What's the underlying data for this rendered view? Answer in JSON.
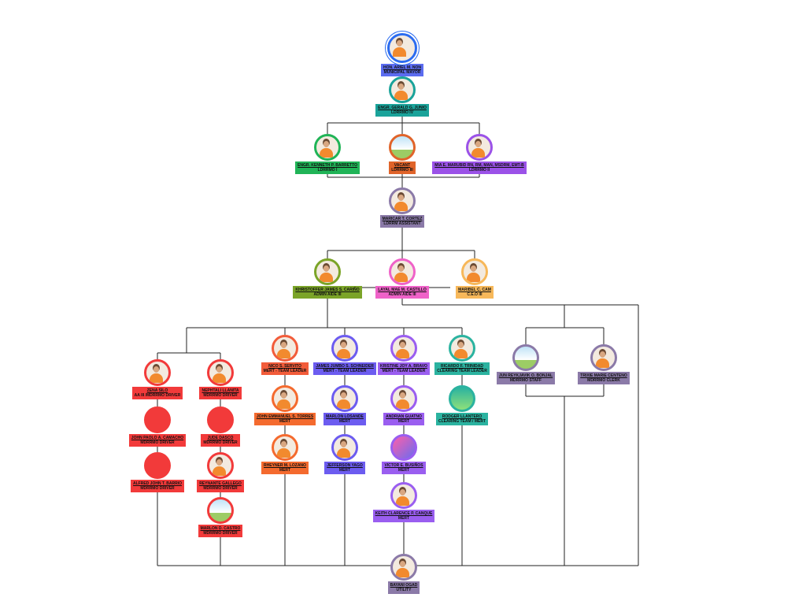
{
  "nodes": [
    {
      "id": "mayor",
      "name": "HON. ARIEL M. NON",
      "position": "MUNICIPAL MAYOR",
      "color": "#5b6cf0"
    },
    {
      "id": "junio",
      "name": "ENGR. GERALD G. JUNIO",
      "position": "LDRRMO IV",
      "color": "#1aa39a"
    },
    {
      "id": "barretto",
      "name": "ENGR. KENNETH P. BARRETTO",
      "position": "LDRRMO I",
      "color": "#20b457"
    },
    {
      "id": "vacant",
      "name": "VACANT",
      "position": "LDRRMO III",
      "color": "#e0642a"
    },
    {
      "id": "marubid",
      "name": "MIA E. MARUBID RN, RM, MAN, MSDRM, EMT-B",
      "position": "LDRRMO II",
      "color": "#9b52e8"
    },
    {
      "id": "cortez",
      "name": "MARICAR T. CORTEZ",
      "position": "LDRRM ASSISTANT",
      "color": "#8b7aa8"
    },
    {
      "id": "carino",
      "name": "KHRISTOFFER JAMES S. CARIÑO",
      "position": "ADMIN AIDE III",
      "color": "#7ba428"
    },
    {
      "id": "castillo",
      "name": "LAYAL MAE M. CASTILLO",
      "position": "ADMIN AIDE III",
      "color": "#ef62c8"
    },
    {
      "id": "cam",
      "name": "MARIBEL C. CAM",
      "position": "C.E.O III",
      "color": "#f7b85a"
    },
    {
      "id": "servito",
      "name": "NICO S. SERVITO",
      "position": "MERT - TEAM LEADER",
      "color": "#f25c3a"
    },
    {
      "id": "schneider",
      "name": "JAMES JUMBO S. SCHNEIDER",
      "position": "MERT - TEAM LEADER",
      "color": "#6c5cf0"
    },
    {
      "id": "bravo",
      "name": "KRISTINE JOY A. BRAVO",
      "position": "MERT - TEAM LEADER",
      "color": "#9a5ef0"
    },
    {
      "id": "trinidad",
      "name": "RICARDO F. TRINIDAD",
      "position": "CLEARING TEAM LEADER",
      "color": "#2bb3a0"
    },
    {
      "id": "bonjal",
      "name": "JUN REYKJAVIK O. BONJAL",
      "position": "MDRRMO STAFF",
      "color": "#8b7aa8"
    },
    {
      "id": "centeno",
      "name": "TRIXIE MARIE CENTENO",
      "position": "MDRRMO CLERK",
      "color": "#8b7aa8"
    },
    {
      "id": "silo",
      "name": "ZENA SILO",
      "position": "AA III /MDRRMO DRIVER",
      "color": "#f23a3a"
    },
    {
      "id": "llanita",
      "name": "NEPHTALI LLANITA",
      "position": "MDRRMO DRIVER",
      "color": "#f23a3a"
    },
    {
      "id": "camacho",
      "name": "JOHN PAOLO A. CAMACHO",
      "position": "MDRRMO DRIVER",
      "color": "#f23a3a"
    },
    {
      "id": "dasco",
      "name": "JUDE DASCO",
      "position": "MDRRMO DRIVER",
      "color": "#f23a3a"
    },
    {
      "id": "barrio",
      "name": "ALFRED JOHN T. BARRIO",
      "position": "MDRRMO DRIVER",
      "color": "#f23a3a"
    },
    {
      "id": "gallego",
      "name": "REYNANTE GALLEGO",
      "position": "MDRRMO DRIVER",
      "color": "#f23a3a"
    },
    {
      "id": "castro",
      "name": "MARLON D. CASTRO",
      "position": "MDRRMO DRIVER",
      "color": "#f23a3a"
    },
    {
      "id": "torres",
      "name": "JOHN EMMANUEL S. TORRES",
      "position": "MERT",
      "color": "#f46a2e"
    },
    {
      "id": "lozano",
      "name": "RHEYNER M. LOZANO",
      "position": "MERT",
      "color": "#f46a2e"
    },
    {
      "id": "losande",
      "name": "MARLON LOSANDE",
      "position": "MERT",
      "color": "#6c5cf0"
    },
    {
      "id": "yago",
      "name": "JEFFERSON YAGO",
      "position": "MERT",
      "color": "#6c5cf0"
    },
    {
      "id": "guatno",
      "name": "ANDRIAN GUATNO",
      "position": "MERT",
      "color": "#9a5ef0"
    },
    {
      "id": "busiños",
      "name": "VICTOR E. BUSIÑOS",
      "position": "MERT",
      "color": "#9a5ef0"
    },
    {
      "id": "canque",
      "name": "KEITH CLARENCE P. CANQUE",
      "position": "MERT",
      "color": "#9a5ef0"
    },
    {
      "id": "llantero",
      "name": "RODGER LLANTERO",
      "position": "CLEARING TEAM / MERT",
      "color": "#2bb3a0"
    },
    {
      "id": "oguid",
      "name": "BAYANI OGAD",
      "position": "UTILITY",
      "color": "#8b7aa8"
    }
  ]
}
